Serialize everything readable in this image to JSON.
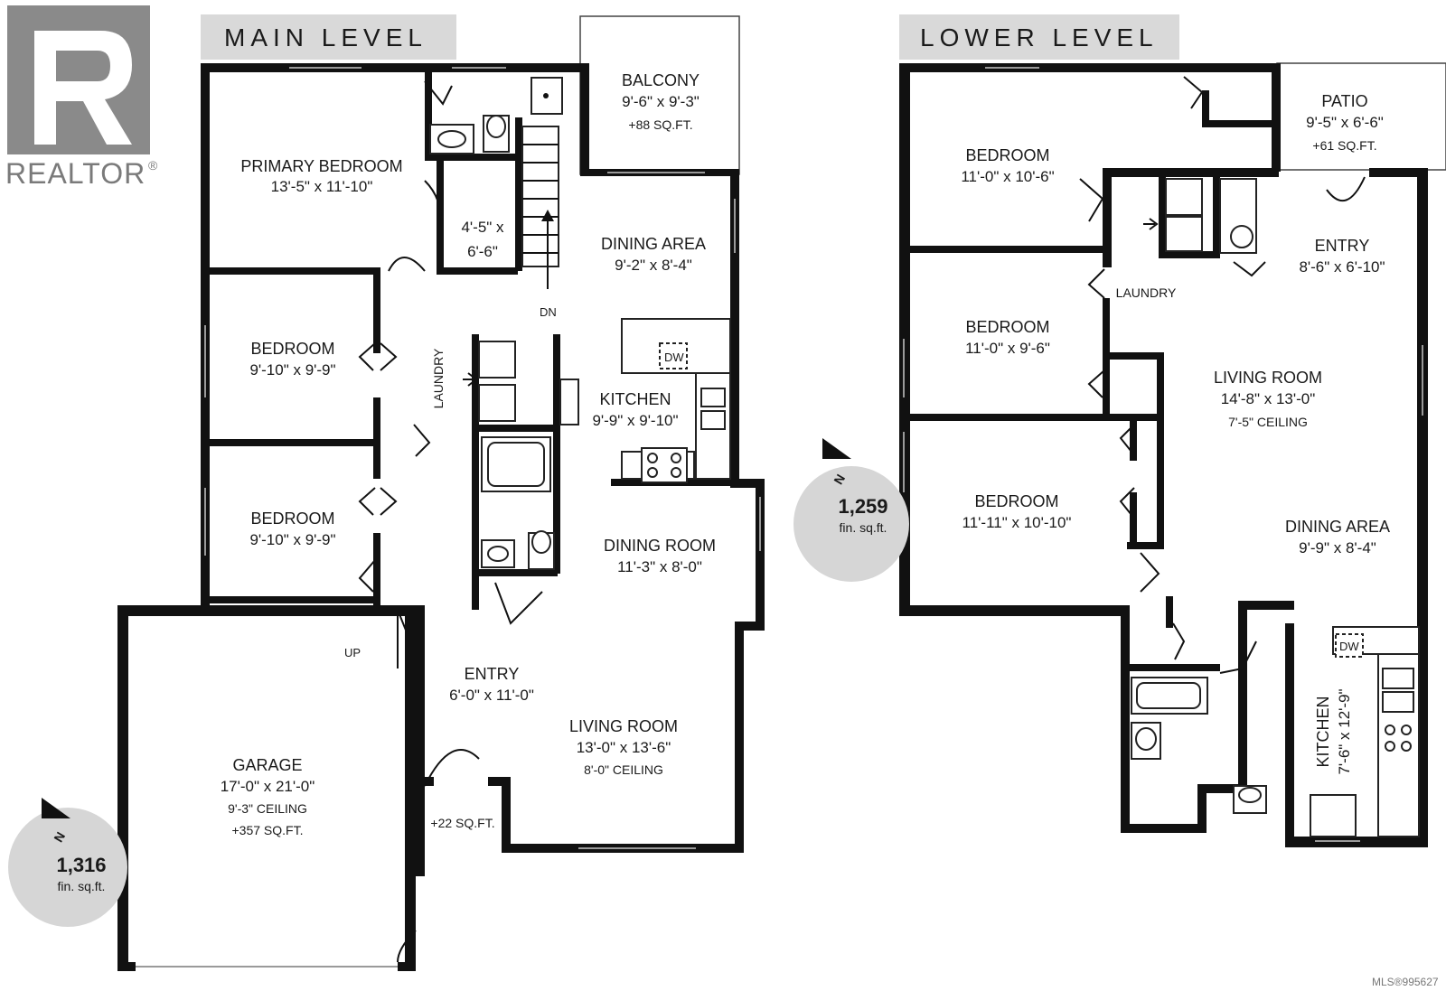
{
  "branding": {
    "realtor_text": "REALTOR",
    "reg_mark": "®",
    "mls_number": "MLS®995627"
  },
  "main_level": {
    "title": "MAIN LEVEL",
    "fin_sqft": "1,316",
    "fin_unit": "fin. sq.ft.",
    "north": "N",
    "rooms": {
      "primary_bedroom": {
        "name": "PRIMARY BEDROOM",
        "dims": "13'-5\" x 11'-10\""
      },
      "closet": {
        "dims_a": "4'-5\" x",
        "dims_b": "6'-6\""
      },
      "balcony": {
        "name": "BALCONY",
        "dims": "9'-6\" x 9'-3\"",
        "area": "+88 SQ.FT."
      },
      "dining_area": {
        "name": "DINING AREA",
        "dims": "9'-2\" x 8'-4\""
      },
      "bedroom_1": {
        "name": "BEDROOM",
        "dims": "9'-10\" x 9'-9\""
      },
      "bedroom_2": {
        "name": "BEDROOM",
        "dims": "9'-10\" x 9'-9\""
      },
      "laundry": {
        "name": "LAUNDRY"
      },
      "kitchen": {
        "name": "KITCHEN",
        "dims": "9'-9\" x 9'-10\""
      },
      "dining_room": {
        "name": "DINING ROOM",
        "dims": "11'-3\" x 8'-0\""
      },
      "entry": {
        "name": "ENTRY",
        "dims": "6'-0\" x 11'-0\""
      },
      "living_room": {
        "name": "LIVING ROOM",
        "dims": "13'-0\" x 13'-6\"",
        "ceiling": "8'-0\" CEILING"
      },
      "garage": {
        "name": "GARAGE",
        "dims": "17'-0\" x 21'-0\"",
        "ceiling": "9'-3\" CEILING",
        "area": "+357 SQ.FT."
      },
      "porch": {
        "area": "+22 SQ.FT."
      }
    },
    "labels": {
      "dn": "DN",
      "up": "UP",
      "dw": "DW"
    }
  },
  "lower_level": {
    "title": "LOWER LEVEL",
    "fin_sqft": "1,259",
    "fin_unit": "fin. sq.ft.",
    "north": "N",
    "rooms": {
      "bedroom_1": {
        "name": "BEDROOM",
        "dims": "11'-0\" x 10'-6\""
      },
      "patio": {
        "name": "PATIO",
        "dims": "9'-5\" x 6'-6\"",
        "area": "+61 SQ.FT."
      },
      "laundry": {
        "name": "LAUNDRY"
      },
      "entry": {
        "name": "ENTRY",
        "dims": "8'-6\" x 6'-10\""
      },
      "bedroom_2": {
        "name": "BEDROOM",
        "dims": "11'-0\" x 9'-6\""
      },
      "living_room": {
        "name": "LIVING ROOM",
        "dims": "14'-8\" x 13'-0\"",
        "ceiling": "7'-5\" CEILING"
      },
      "bedroom_3": {
        "name": "BEDROOM",
        "dims": "11'-11\" x 10'-10\""
      },
      "dining_area": {
        "name": "DINING AREA",
        "dims": "9'-9\" x 8'-4\""
      },
      "kitchen": {
        "name": "KITCHEN",
        "dims": "7'-6\" x 12'-9\""
      }
    },
    "labels": {
      "dw": "DW"
    }
  }
}
